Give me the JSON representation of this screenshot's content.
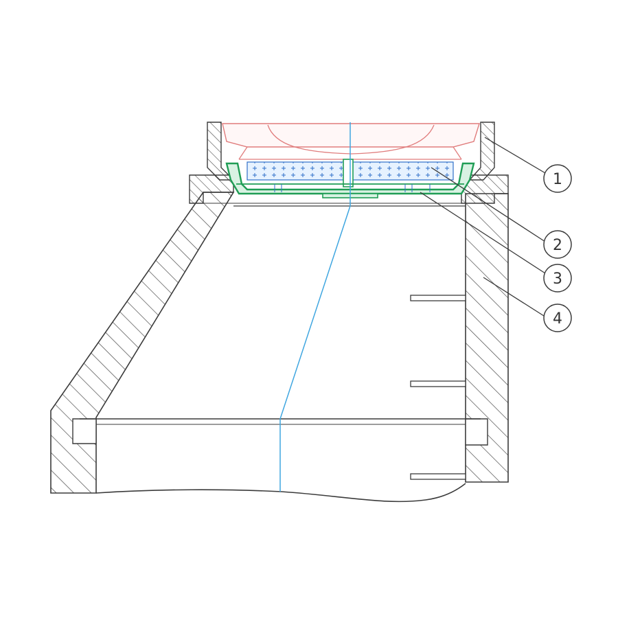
{
  "callouts": [
    {
      "id": "1",
      "label": "1"
    },
    {
      "id": "2",
      "label": "2"
    },
    {
      "id": "3",
      "label": "3"
    },
    {
      "id": "4",
      "label": "4"
    }
  ],
  "colors": {
    "line": "#3a3a3a",
    "hatch": "#4a4a4a",
    "centerline": "#3fa6e0",
    "seal": "#1f9d55",
    "grate": "#e07c7c",
    "insert_fill": "#e6f2ff",
    "insert_marks": "#2e6fc9"
  }
}
